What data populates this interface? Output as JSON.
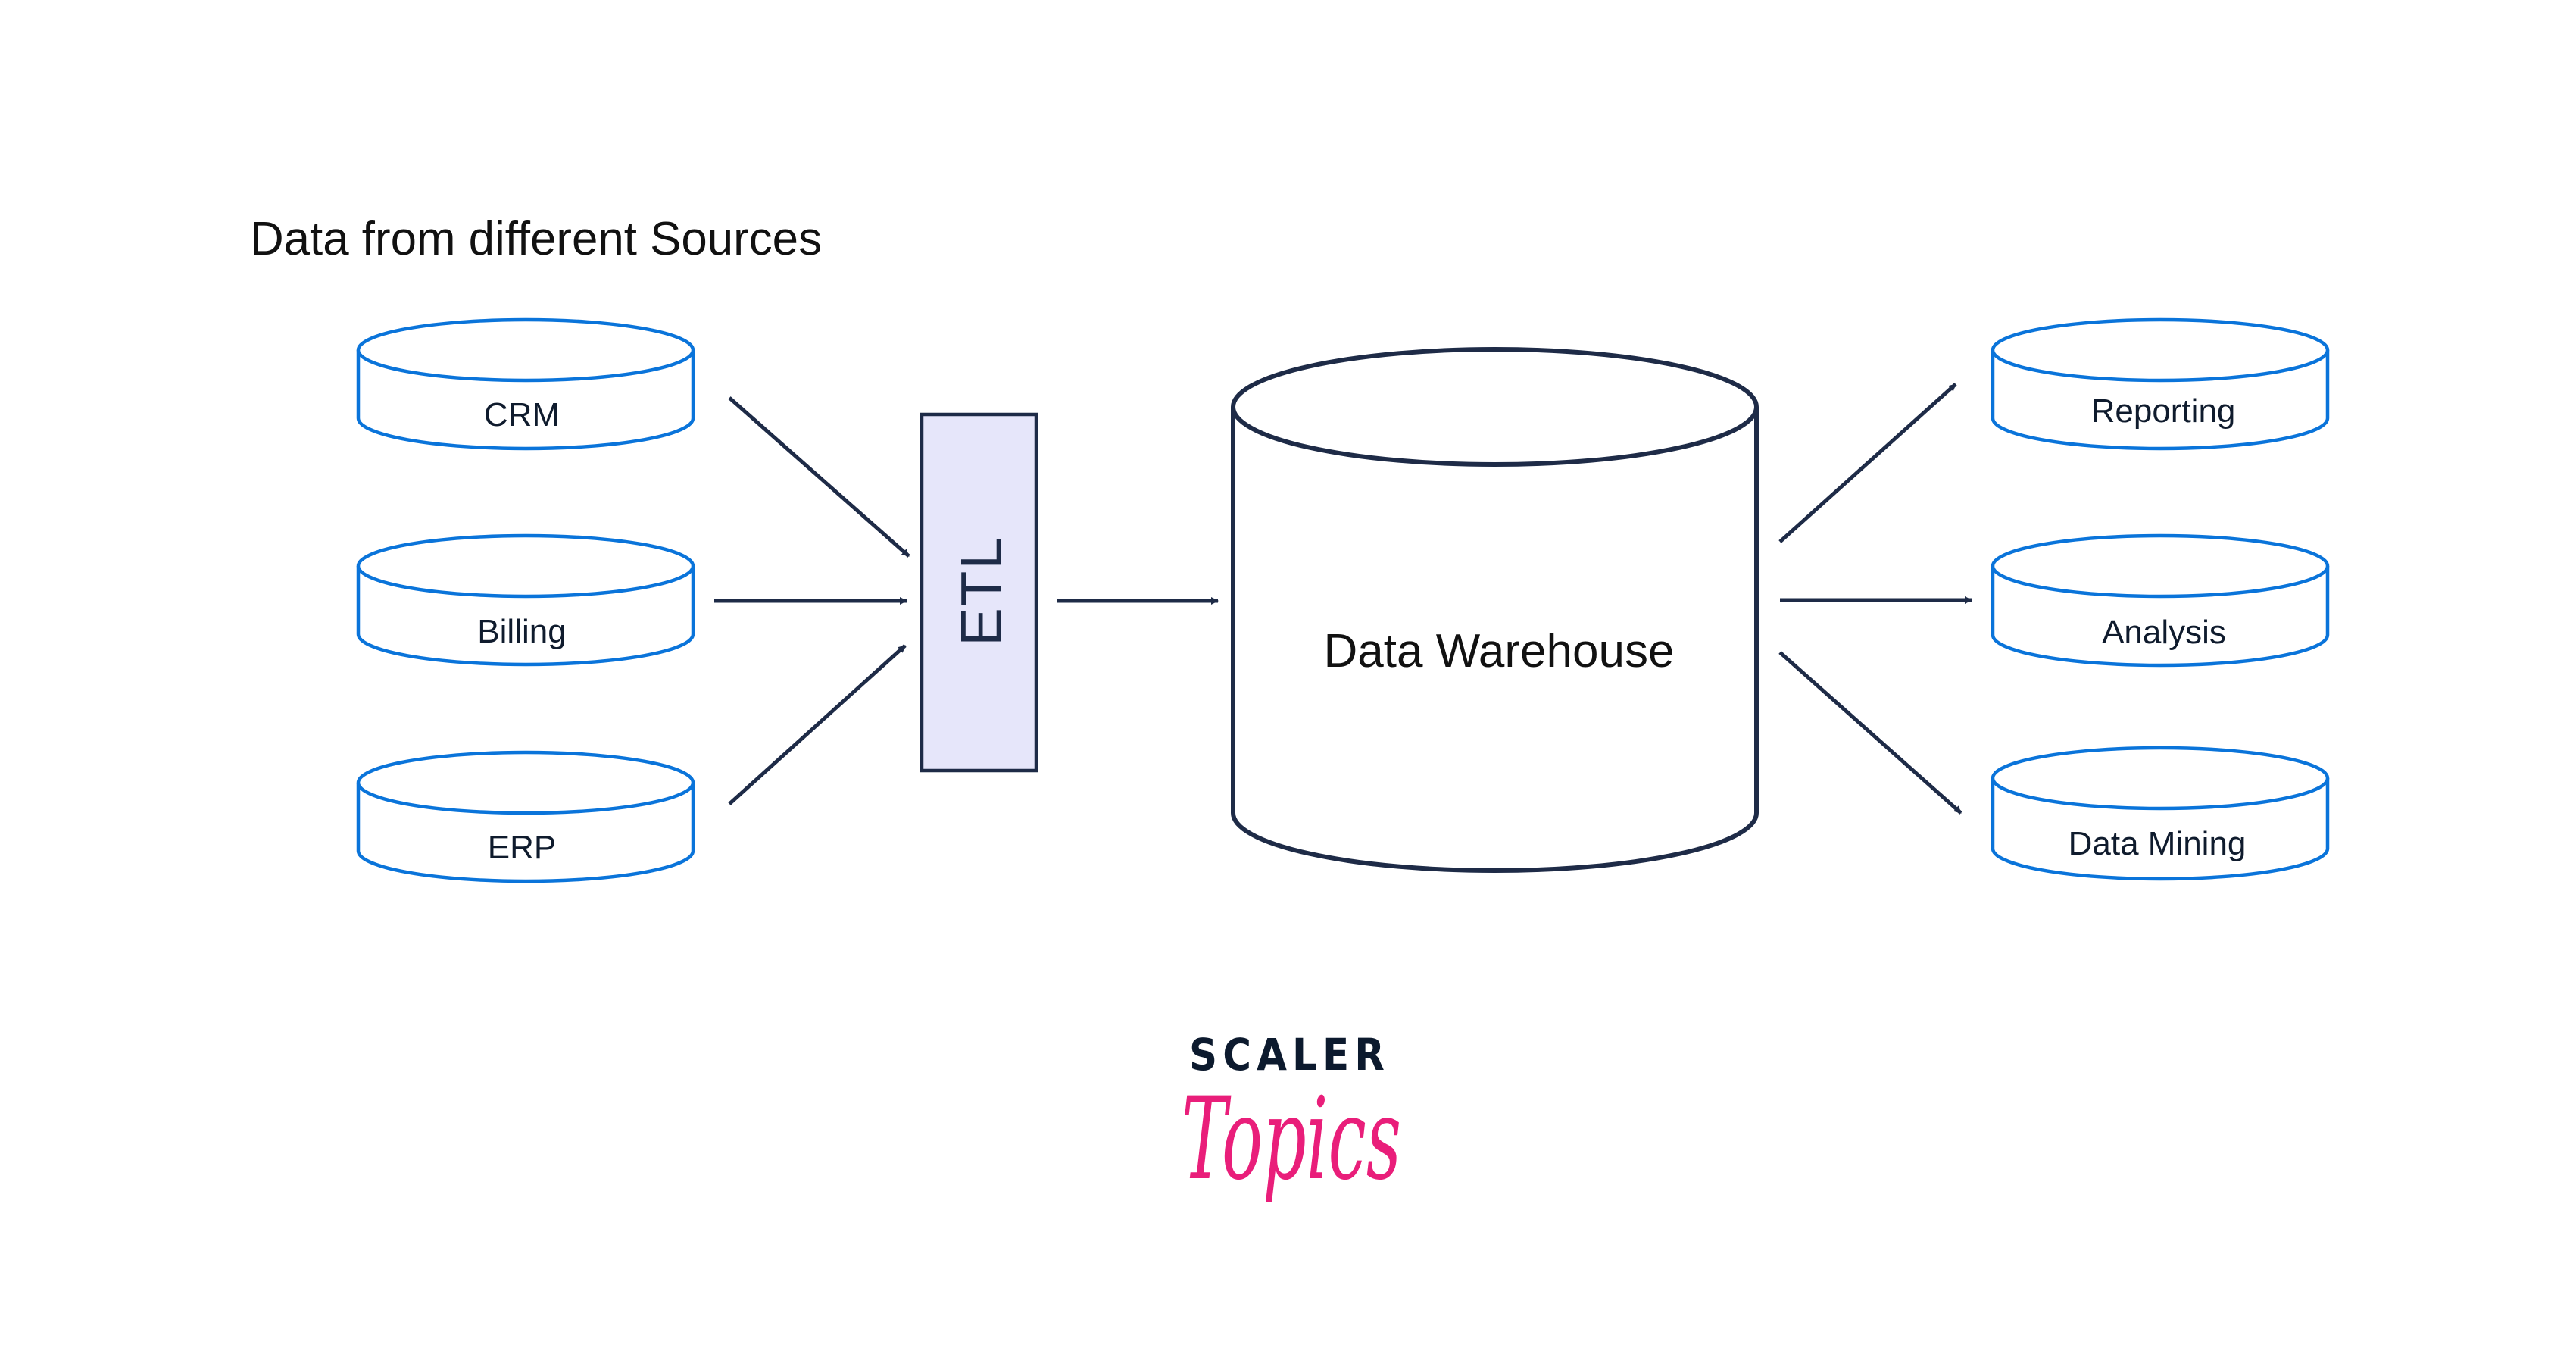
{
  "title": "Data from different Sources",
  "colors": {
    "source_stroke": "#0a74da",
    "dark_stroke": "#1e2b47",
    "etl_fill": "#e6e6fa",
    "label_text": "#0f1b2d",
    "logo_dark": "#0c1a2e",
    "logo_pink": "#e91e7a"
  },
  "sources": [
    {
      "label": "CRM"
    },
    {
      "label": "Billing"
    },
    {
      "label": "ERP"
    }
  ],
  "etl": {
    "label": "ETL"
  },
  "warehouse": {
    "label": "Data Warehouse"
  },
  "outputs": [
    {
      "label": "Reporting"
    },
    {
      "label": "Analysis"
    },
    {
      "label": "Data Mining"
    }
  ],
  "edges": [
    {
      "from": "CRM",
      "to": "ETL"
    },
    {
      "from": "Billing",
      "to": "ETL"
    },
    {
      "from": "ERP",
      "to": "ETL"
    },
    {
      "from": "ETL",
      "to": "Data Warehouse"
    },
    {
      "from": "Data Warehouse",
      "to": "Reporting"
    },
    {
      "from": "Data Warehouse",
      "to": "Analysis"
    },
    {
      "from": "Data Warehouse",
      "to": "Data Mining"
    }
  ],
  "logo": {
    "brand": "SCALER",
    "sub": "Topics"
  }
}
